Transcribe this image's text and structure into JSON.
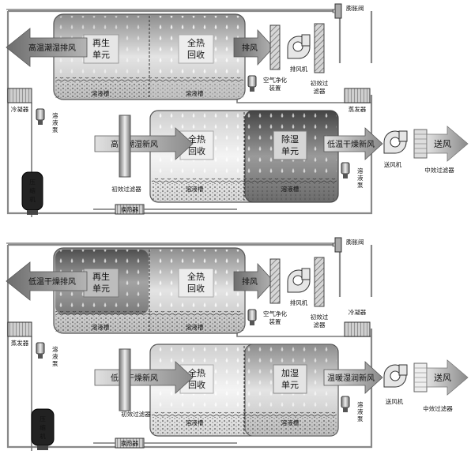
{
  "diagram_top": {
    "expansion_valve": "膨胀阀",
    "exhaust_hot_humid": "高温潮湿排风",
    "regen_unit_line1": "再生",
    "regen_unit_line2": "单元",
    "full_heat_line1": "全热",
    "full_heat_line2": "回收",
    "exhaust": "排风",
    "air_purifier_line1": "空气净化",
    "air_purifier_line2": "装置",
    "exhaust_fan": "排风机",
    "primary_filter_top_line1": "初效过",
    "primary_filter_top_line2": "滤器",
    "solution_tank": "溶液槽",
    "condenser": "冷凝器",
    "solution_pump": "溶液泵",
    "evaporator": "蒸发器",
    "fresh_hot_humid": "高温潮湿新风",
    "dehumid_unit_line1": "除湿",
    "dehumid_unit_line2": "单元",
    "fresh_low_dry": "低温干燥新风",
    "supply": "送风",
    "supply_fan": "送风机",
    "medium_filter": "中效过滤器",
    "primary_filter": "初效过滤器",
    "heat_exchanger": "换热器",
    "compressor_line1": "压",
    "compressor_line2": "缩",
    "compressor_line3": "机"
  },
  "diagram_bottom": {
    "expansion_valve": "膨胀阀",
    "exhaust_low_dry": "低温干燥排风",
    "regen_unit_line1": "再生",
    "regen_unit_line2": "单元",
    "full_heat_line1": "全热",
    "full_heat_line2": "回收",
    "exhaust": "排风",
    "air_purifier_line1": "空气净化",
    "air_purifier_line2": "装置",
    "exhaust_fan": "排风机",
    "primary_filter_top_line1": "初效过",
    "primary_filter_top_line2": "滤器",
    "solution_tank": "溶液槽",
    "evaporator": "蒸发器",
    "solution_pump": "溶液泵",
    "condenser": "冷凝器",
    "fresh_low_dry": "低温干燥新风",
    "humid_unit_line1": "加湿",
    "humid_unit_line2": "单元",
    "fresh_warm_humid": "温暖湿润新风",
    "supply": "送风",
    "supply_fan": "送风机",
    "medium_filter": "中效过滤器",
    "primary_filter": "初效过滤器",
    "heat_exchanger": "换热器",
    "compressor_line1": "压",
    "compressor_line2": "缩",
    "compressor_line3": "机"
  }
}
